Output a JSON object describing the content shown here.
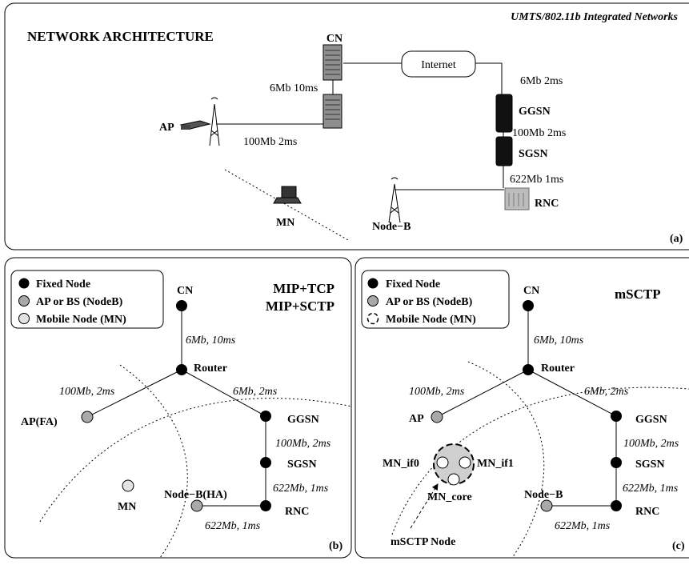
{
  "colors": {
    "fixed_node": "#000000",
    "ap_node": "#a9a9a9",
    "mobile_node": "#e3e3e3",
    "mn_cluster": "#cfcfcf"
  },
  "panel_a": {
    "subtitle": "UMTS/802.11b Integrated Networks",
    "title": "NETWORK ARCHITECTURE",
    "label": "(a)",
    "nodes": {
      "cn": "CN",
      "internet": "Internet",
      "ggsn": "GGSN",
      "sgsn": "SGSN",
      "rnc": "RNC",
      "ap": "AP",
      "mn": "MN",
      "nodeb": "Node−B"
    },
    "links": {
      "cn": "6Mb 10ms",
      "ap": "100Mb 2ms",
      "internet_ggsn": "6Mb 2ms",
      "ggsn_sgsn": "100Mb 2ms",
      "sgsn_rnc": "622Mb 1ms"
    }
  },
  "legend_b": {
    "fixed": "Fixed Node",
    "ap": "AP or BS (NodeB)",
    "mobile": "Mobile Node (MN)"
  },
  "legend_c": {
    "fixed": "Fixed Node",
    "ap": "AP or BS (NodeB)",
    "mobile": "Mobile Node (MN)"
  },
  "panel_b": {
    "protocol_1": "MIP+TCP",
    "protocol_2": "MIP+SCTP",
    "label": "(b)",
    "nodes": {
      "cn": "CN",
      "router": "Router",
      "ap": "AP(FA)",
      "ggsn": "GGSN",
      "sgsn": "SGSN",
      "rnc": "RNC",
      "nodeb": "Node−B(HA)",
      "mn": "MN"
    },
    "links": {
      "cn_router": "6Mb, 10ms",
      "router_ap": "100Mb, 2ms",
      "router_ggsn": "6Mb, 2ms",
      "ggsn_sgsn": "100Mb, 2ms",
      "sgsn_rnc": "622Mb, 1ms",
      "rnc_nodeb": "622Mb, 1ms"
    }
  },
  "panel_c": {
    "protocol": "mSCTP",
    "label": "(c)",
    "nodes": {
      "cn": "CN",
      "router": "Router",
      "ap": "AP",
      "ggsn": "GGSN",
      "sgsn": "SGSN",
      "rnc": "RNC",
      "nodeb": "Node−B",
      "mn_if0": "MN_if0",
      "mn_if1": "MN_if1",
      "mn_core": "MN_core",
      "msctp_node": "mSCTP Node"
    },
    "links": {
      "cn_router": "6Mb, 10ms",
      "router_ap": "100Mb, 2ms",
      "router_ggsn": "6Mb, 2ms",
      "ggsn_sgsn": "100Mb, 2ms",
      "sgsn_rnc": "622Mb, 1ms",
      "rnc_nodeb": "622Mb, 1ms"
    }
  }
}
